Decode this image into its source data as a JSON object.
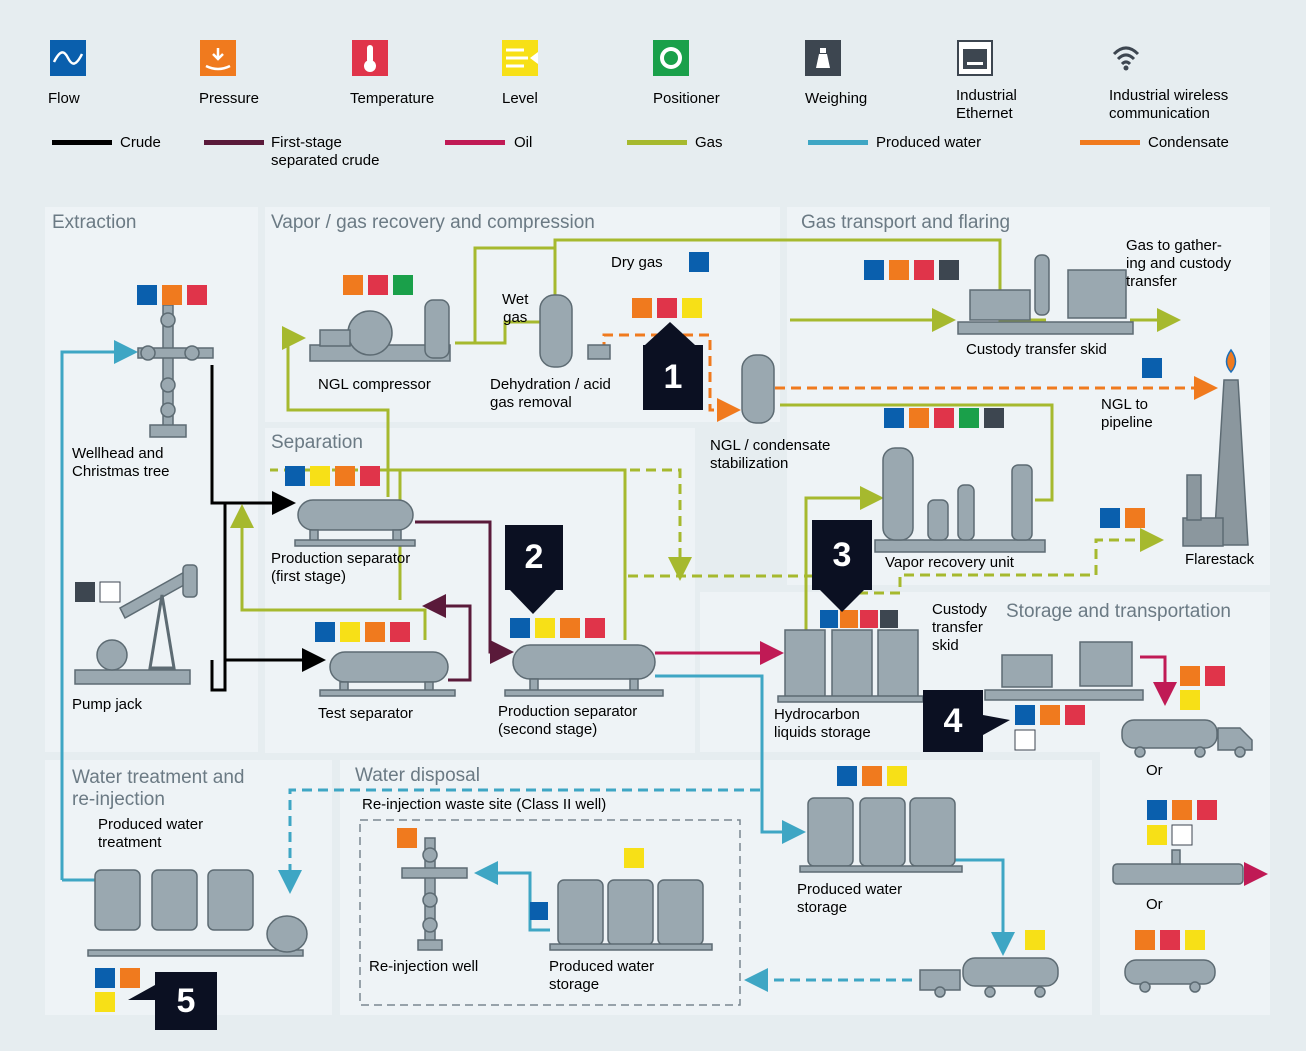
{
  "legend": {
    "instruments": [
      {
        "label": "Flow",
        "icon": "flow-icon",
        "color": "#0a5fad"
      },
      {
        "label": "Pressure",
        "icon": "pressure-icon",
        "color": "#f07a1e"
      },
      {
        "label": "Temperature",
        "icon": "temperature-icon",
        "color": "#e0344a"
      },
      {
        "label": "Level",
        "icon": "level-icon",
        "color": "#f7e017"
      },
      {
        "label": "Positioner",
        "icon": "positioner-icon",
        "color": "#1aa04a"
      },
      {
        "label": "Weighing",
        "icon": "weighing-icon",
        "color": "#3d4650"
      },
      {
        "label": "Industrial\nEthernet",
        "icon": "ethernet-icon",
        "color": "#3d4650"
      },
      {
        "label": "Industrial wireless\ncommunication",
        "icon": "wireless-icon",
        "color": "#3d4650"
      }
    ],
    "lines": [
      {
        "label": "Crude",
        "color": "#000000"
      },
      {
        "label": "First-stage\nseparated crude",
        "color": "#5a1a3a"
      },
      {
        "label": "Oil",
        "color": "#c01a55"
      },
      {
        "label": "Gas",
        "color": "#a6b92e"
      },
      {
        "label": "Produced water",
        "color": "#3ea6c4"
      },
      {
        "label": "Condensate",
        "color": "#f07a1e"
      }
    ]
  },
  "sections": {
    "extraction": "Extraction",
    "vapor": "Vapor / gas recovery and compression",
    "gas_transport": "Gas transport and flaring",
    "separation": "Separation",
    "storage": "Storage and transportation",
    "water_treatment": "Water treatment and\nre-injection",
    "water_disposal": "Water disposal"
  },
  "labels": {
    "wellhead": "Wellhead and\nChristmas tree",
    "pump_jack": "Pump jack",
    "ngl_compressor": "NGL compressor",
    "wet_gas": "Wet\ngas",
    "dry_gas": "Dry gas",
    "dehydration": "Dehydration / acid\ngas removal",
    "ngl_stabilization": "NGL / condensate\nstabilization",
    "gas_gathering": "Gas to gather-\ning and custody\ntransfer",
    "custody_skid_top": "Custody transfer skid",
    "ngl_pipeline": "NGL to\npipeline",
    "flarestack": "Flarestack",
    "vapor_recovery": "Vapor recovery unit",
    "prod_sep_1": "Production separator\n(first stage)",
    "test_sep": "Test separator",
    "prod_sep_2": "Production separator\n(second stage)",
    "hydrocarbon_storage": "Hydrocarbon\nliquids storage",
    "custody_skid_storage": "Custody\ntransfer\nskid",
    "or1": "Or",
    "or2": "Or",
    "produced_water_treatment": "Produced water\ntreatment",
    "reinjection_site": "Re-injection waste site (Class II well)",
    "reinjection_well": "Re-injection well",
    "pw_storage_disposal": "Produced water\nstorage",
    "pw_storage": "Produced water\nstorage"
  },
  "callouts": [
    "1",
    "2",
    "3",
    "4",
    "5"
  ]
}
